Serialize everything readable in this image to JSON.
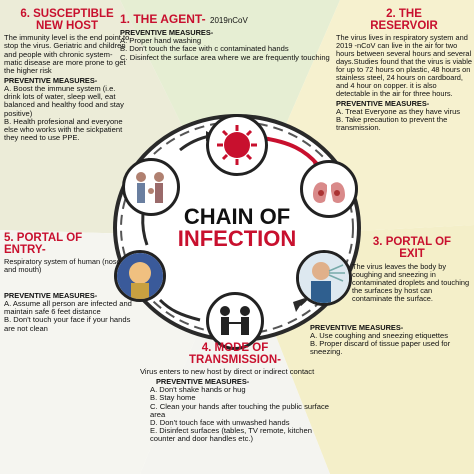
{
  "center": {
    "line1": "CHAIN OF",
    "line2": "INFECTION"
  },
  "colors": {
    "red": "#c8102e",
    "ring": "#2a2a2a",
    "agent_bg": "#e6eed3",
    "reservoir_bg": "#f6f1cf",
    "exit_bg": "#f4efc9",
    "host_bg": "#ececd8",
    "entry_bg": "#f5f5f0",
    "trans_bg": "#f4f4f0"
  },
  "agent": {
    "heading": "1. THE AGENT-",
    "tag": "2019nCoV",
    "pm": "PREVENTIVE MEASURES-",
    "items": [
      "A. Proper hand washing",
      "B. Don't touch the face with c contaminated hands",
      "C. Disinfect the surface area where we are frequently touching"
    ]
  },
  "reservoir": {
    "heading1": "2. THE",
    "heading2": "RESERVOIR",
    "text": "The virus lives in respiratory system and 2019 -nCoV can live in the air for two hours between several hours and several days.Studies found that the virus is viable for up to 72 hours on plastic, 48 hours on stainless steel, 24 hours on cardboard, and 4 hour on copper. it is also detectable in the air for three hours.",
    "pm": "PREVENTIVE MEASURES-",
    "items": [
      "A. Treat Everyone as they have virus",
      "B. Take precaution to prevent the transmission."
    ]
  },
  "exit": {
    "heading1": "3. PORTAL OF",
    "heading2": "EXIT",
    "text": "The virus leaves the body by coughing and sneezing in contaminated droplets and touching the surfaces by host can contaminate the surface.",
    "pm": "PREVENTIVE MEASURES-",
    "items": [
      "A. Use coughing and sneezing etiquettes",
      "B. Proper discard of tissue paper used for sneezing."
    ]
  },
  "transmission": {
    "heading1": "4. MODE OF",
    "heading2": "TRANSMISSION-",
    "text": "Virus enters to new host by direct or indirect contact",
    "pm": "PREVENTIVE MEASURES-",
    "items": [
      "A. Don't shake hands or hug",
      "B. Stay home",
      "C. Clean your hands after touching the public surface area",
      "D. Don't touch face with unwashed hands",
      "E. Disinfect surfaces (tables, TV remote, kitchen counter and door handles etc.)"
    ]
  },
  "entry": {
    "heading1": "5. PORTAL OF",
    "heading2": "ENTRY-",
    "text": "Respiratory system of human (nose and mouth)",
    "pm": "PREVENTIVE MEASURES-",
    "items": [
      "A. Assume all person are infected and maintain safe 6 feet distance",
      "B. Don't touch your face if your hands are not clean"
    ]
  },
  "host": {
    "heading1": "6. SUSCEPTIBLE",
    "heading2": "NEW HOST",
    "text": "The immunity level is the end point to stop the virus. Geriatric and children and people with chronic system-matic disease are more prone to get the higher risk",
    "pm": "PREVENTIVE MEASURES-",
    "items": [
      "A. Boost the immune system (i.e. drink lots of water, sleep well, eat balanced and healthy food and stay positive)",
      "B. Health profesional and everyone else who works with the sickpatient they need to use PPE."
    ]
  }
}
